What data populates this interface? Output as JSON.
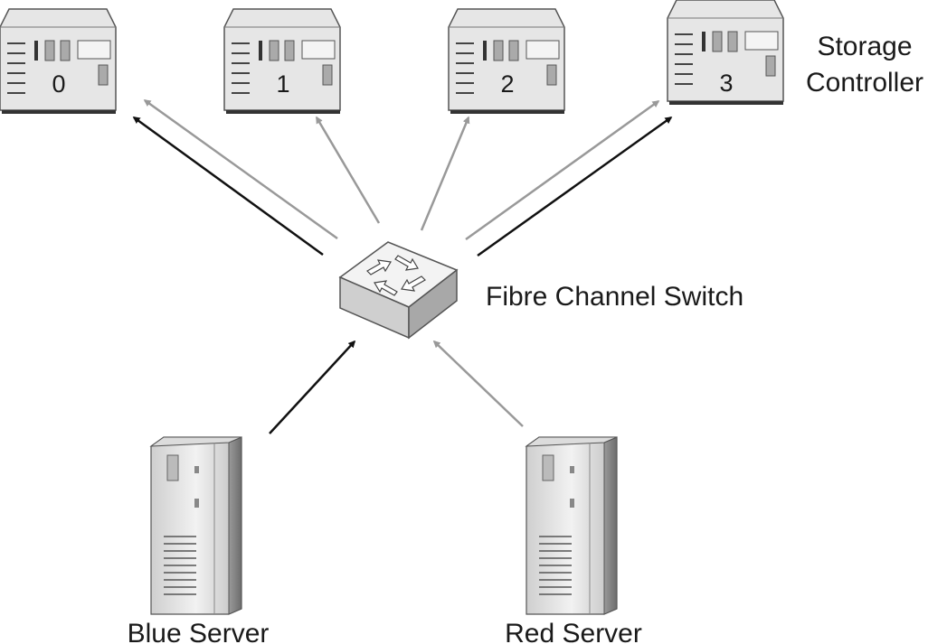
{
  "storage": {
    "units": [
      {
        "label": "0"
      },
      {
        "label": "1"
      },
      {
        "label": "2"
      },
      {
        "label": "3"
      }
    ],
    "caption_line1": "Storage",
    "caption_line2": "Controller"
  },
  "switch": {
    "label": "Fibre Channel Switch"
  },
  "servers": {
    "blue": {
      "label": "Blue Server"
    },
    "red": {
      "label": "Red Server"
    }
  },
  "colors": {
    "blue_path": "#111111",
    "red_path": "#999999",
    "device_body": "#e6e6e6",
    "device_outline": "#555555"
  }
}
